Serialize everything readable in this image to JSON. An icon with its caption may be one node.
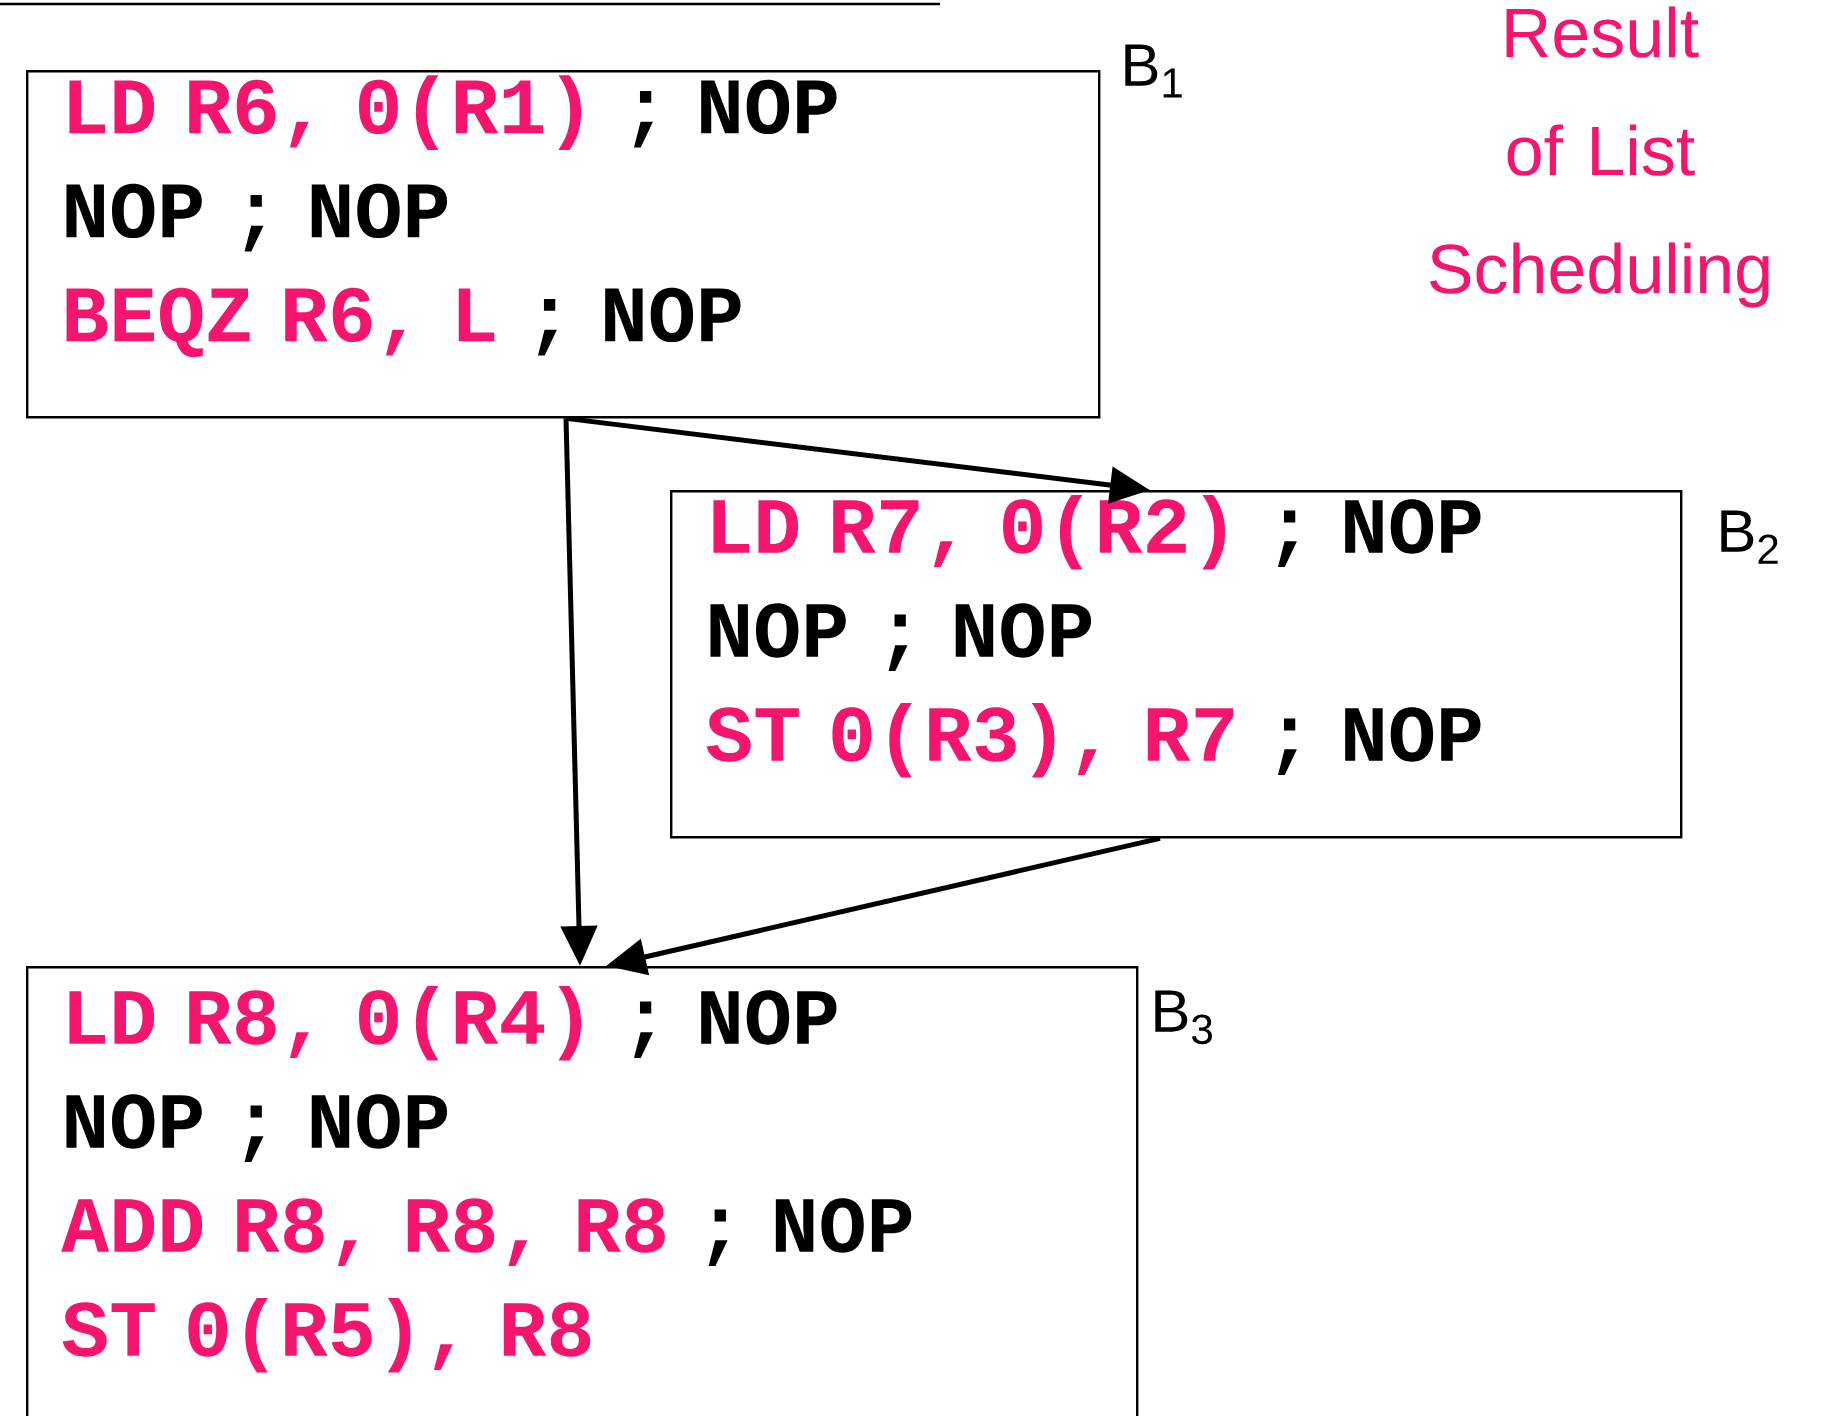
{
  "diagram": {
    "title": "Result of List Scheduling",
    "nodes": [
      {
        "text": [
          "LD R6, 0(R1)",
          "; NOP",
          "NOP ; NOP",
          "BEQZ R6, L",
          "; NOP"
        ],
        "beside": [
          "B$_{1}$"
        ]
      },
      {
        "text": [
          "LD R7, 0(R2)",
          "; NOP",
          "NOP ; NOP",
          "ST 0(R3), R7",
          "; NOP"
        ],
        "beside": [
          "B$_{2}$"
        ]
      },
      {
        "text": [
          "LD R8, 0(R4)",
          "; NOP",
          "NOP ; NOP",
          "ADD R8, R8, R8",
          "; NOP",
          "ST 0(R5), R8"
        ],
        "beside": [
          "B$_{3}$"
        ]
      }
    ],
    "edges": [
      {
        "from": 0,
        "to": 1,
        "arrow": "to"
      },
      {
        "from": 0,
        "to": 2,
        "arrow": "to"
      },
      {
        "from": 1,
        "to": 2,
        "arrow": "to"
      }
    ]
  }
}
